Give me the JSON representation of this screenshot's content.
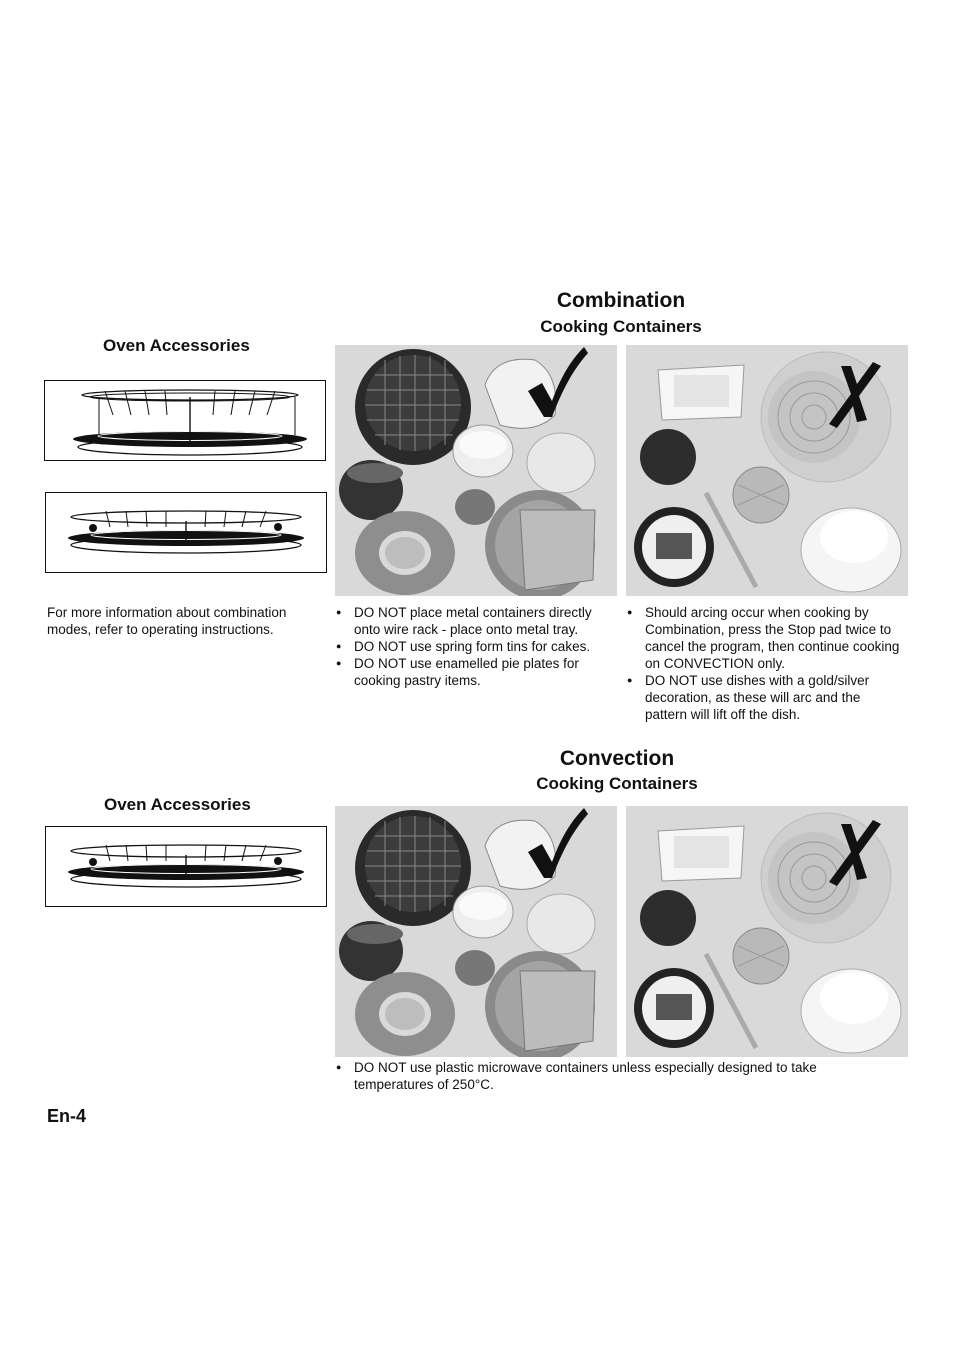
{
  "combination": {
    "title": "Combination",
    "subtitle": "Cooking Containers",
    "accessories_heading": "Oven Accessories",
    "info_note": "For more information about combination modes, refer to operating instructions.",
    "ok_bullets": [
      "DO NOT place metal containers directly onto wire rack - place onto metal tray.",
      "DO NOT use spring form tins for cakes.",
      "DO NOT use enamelled pie plates for cooking pastry items."
    ],
    "notok_bullets": [
      "Should arcing occur when cooking by Combination, press the Stop pad twice to cancel the program, then continue cooking on CONVECTION only.",
      "DO NOT use dishes with a gold/silver decoration, as these will arc and the pattern will lift off the dish."
    ]
  },
  "convection": {
    "title": "Convection",
    "subtitle": "Cooking Containers",
    "accessories_heading": "Oven Accessories",
    "bullets": [
      "DO NOT use plastic microwave containers unless especially designed to take temperatures of 250°C."
    ]
  },
  "icons": {
    "ok": "check-mark-icon",
    "not_ok": "cross-mark-icon"
  },
  "colors": {
    "photo_background": "#d9d9d9",
    "text": "#111111"
  },
  "page_number": "En-4"
}
